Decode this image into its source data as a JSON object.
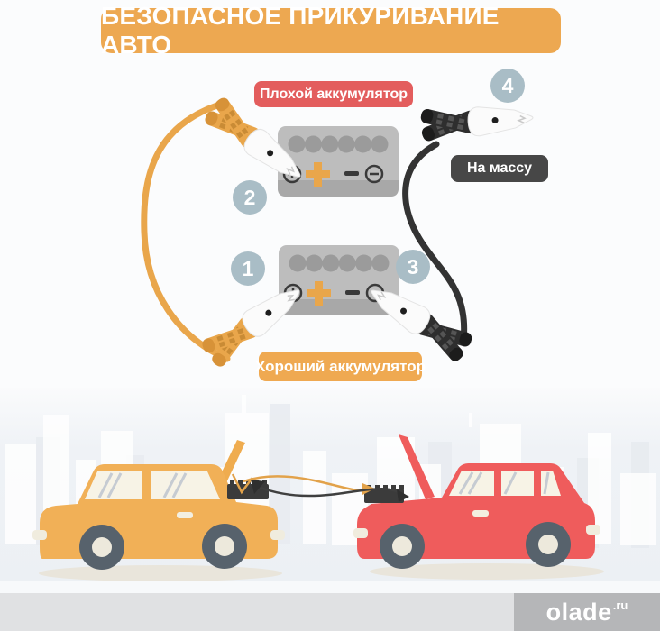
{
  "title": "БЕЗОПАСНОЕ ПРИКУРИВАНИЕ АВТО",
  "diagram": {
    "bad_battery_label": "Плохой аккумулятор",
    "ground_label": "На массу",
    "good_battery_label": "Хороший аккумулятор",
    "steps": {
      "s1": "1",
      "s2": "2",
      "s3": "3",
      "s4": "4"
    },
    "icons": {
      "positive_terminal_icon": "circle-plus",
      "negative_terminal_icon": "circle-minus",
      "plus_marker_icon": "+",
      "minus_marker_icon": "−",
      "positive_clamp_icon": "orange jumper clamp",
      "negative_clamp_icon": "black jumper clamp"
    }
  },
  "scene": {
    "donor_car": "orange car, hood open",
    "recipient_car": "red car, hood open"
  },
  "watermark": {
    "name": "olade",
    "tld": ".ru"
  },
  "colors": {
    "banner_orange": "#EDA851",
    "label_red": "#E35D5D",
    "label_dark": "#474747",
    "label_orange": "#EFA951",
    "cable_orange": "#E9A64B",
    "cable_black": "#333333",
    "step_circle_blue_gray": "#A9BDC6",
    "battery_gray": "#BDBDBD",
    "car_orange": "#F1B057",
    "car_red": "#EF5C5C",
    "scene_background": "#EDF1F5",
    "footer_bar": "#E0E1E3",
    "watermark_box": "#B5B6B8"
  }
}
